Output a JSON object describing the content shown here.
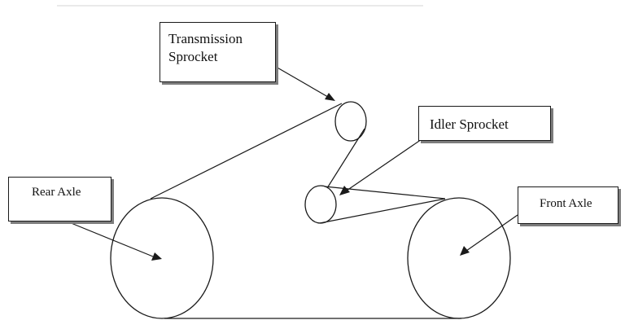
{
  "diagram": {
    "labels": {
      "transmission_sprocket_line1": "Transmission",
      "transmission_sprocket_line2": "Sprocket",
      "idler_sprocket": "Idler Sprocket",
      "rear_axle": "Rear Axle",
      "front_axle": "Front Axle"
    }
  },
  "colors": {
    "stroke": "#1a1a1a",
    "box_shadow": "#7d7d7d",
    "background": "#ffffff"
  }
}
